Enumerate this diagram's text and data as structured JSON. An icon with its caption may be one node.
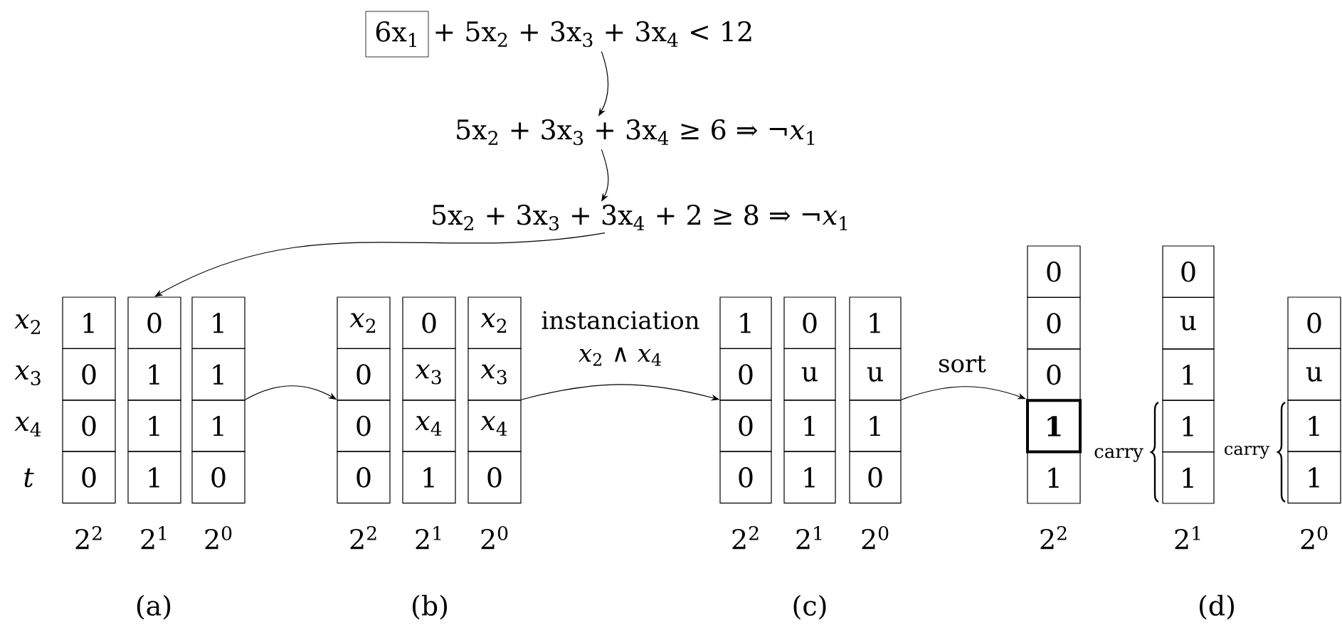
{
  "diagram": {
    "nodes": [
      {
        "text": [
          "6x$_{1}$"
        ]
      },
      {
        "text": [
          "+ 5x$_{2}$ + 3x$_{3}$ + 3x$_{4}$ < 12"
        ]
      },
      {
        "text": [
          "5x$_{2}$ + 3x$_{3}$ + 3x$_{4}$ ≥ 6 ⇒ ¬*x*$_{1}$"
        ]
      },
      {
        "text": [
          "5x$_{2}$ + 3x$_{3}$ + 3x$_{4}$ + 2 ≥ 8 ⇒ ¬*x*$_{1}$"
        ]
      },
      {
        "text": [
          "1"
        ]
      },
      {
        "text": [
          "0"
        ]
      },
      {
        "text": [
          "0"
        ]
      },
      {
        "text": [
          "0"
        ]
      },
      {
        "text": [
          "0"
        ]
      },
      {
        "text": [
          "1"
        ]
      },
      {
        "text": [
          "1"
        ]
      },
      {
        "text": [
          "1"
        ]
      },
      {
        "text": [
          "1"
        ]
      },
      {
        "text": [
          "1"
        ]
      },
      {
        "text": [
          "1"
        ]
      },
      {
        "text": [
          "0"
        ]
      },
      {
        "text": [
          "*x*$_{2}$"
        ]
      },
      {
        "text": [
          "0"
        ]
      },
      {
        "text": [
          "0"
        ]
      },
      {
        "text": [
          "0"
        ]
      },
      {
        "text": [
          "0"
        ]
      },
      {
        "text": [
          "*x*$_{3}$"
        ]
      },
      {
        "text": [
          "*x*$_{4}$"
        ]
      },
      {
        "text": [
          "1"
        ]
      },
      {
        "text": [
          "*x*$_{2}$"
        ]
      },
      {
        "text": [
          "*x*$_{3}$"
        ]
      },
      {
        "text": [
          "*x*$_{4}$"
        ]
      },
      {
        "text": [
          "0"
        ]
      },
      {
        "text": [
          "1"
        ]
      },
      {
        "text": [
          "0"
        ]
      },
      {
        "text": [
          "0"
        ]
      },
      {
        "text": [
          "0"
        ]
      },
      {
        "text": [
          "0"
        ]
      },
      {
        "text": [
          "u"
        ]
      },
      {
        "text": [
          "1"
        ]
      },
      {
        "text": [
          "1"
        ]
      },
      {
        "text": [
          "1"
        ]
      },
      {
        "text": [
          "u"
        ]
      },
      {
        "text": [
          "1"
        ]
      },
      {
        "text": [
          "0"
        ]
      },
      {
        "text": [
          "0"
        ]
      },
      {
        "text": [
          "0"
        ]
      },
      {
        "text": [
          "0"
        ]
      },
      {
        "text": [
          "1"
        ]
      },
      {
        "text": [
          "1"
        ]
      },
      {
        "text": [
          "0"
        ]
      },
      {
        "text": [
          "u"
        ]
      },
      {
        "text": [
          "1"
        ]
      },
      {
        "text": [
          "1"
        ]
      },
      {
        "text": [
          "1"
        ]
      },
      {
        "text": [
          "0"
        ]
      },
      {
        "text": [
          "u"
        ]
      },
      {
        "text": [
          "1"
        ]
      },
      {
        "text": [
          "1"
        ]
      }
    ],
    "edges": [
      {
        "from": 1,
        "to": 2,
        "arrow": "to"
      },
      {
        "from": 2,
        "to": 3,
        "arrow": "to"
      },
      {
        "from": 3,
        "to": 8,
        "arrow": "to"
      },
      {
        "from": 14,
        "to": 18,
        "arrow": "to"
      },
      {
        "from": 26,
        "to": 30,
        "arrow": "to",
        "label": "instanciation *x*$_{2}$ ∧ *x*$_{4}$"
      },
      {
        "from": 38,
        "to": 43,
        "arrow": "to",
        "label": "sort"
      }
    ],
    "labels": [
      "*x*$_{2}$",
      "*x*$_{3}$",
      "*x*$_{4}$",
      "*t*",
      "carry",
      "carry",
      "2$^{2}$",
      "2$^{1}$",
      "2$^{0}$",
      "2$^{2}$",
      "2$^{1}$",
      "2$^{0}$",
      "2$^{2}$",
      "2$^{1}$",
      "2$^{0}$",
      "2$^{2}$",
      "2$^{1}$",
      "2$^{0}$",
      "(a)",
      "(b)",
      "(c)",
      "(d)"
    ]
  }
}
